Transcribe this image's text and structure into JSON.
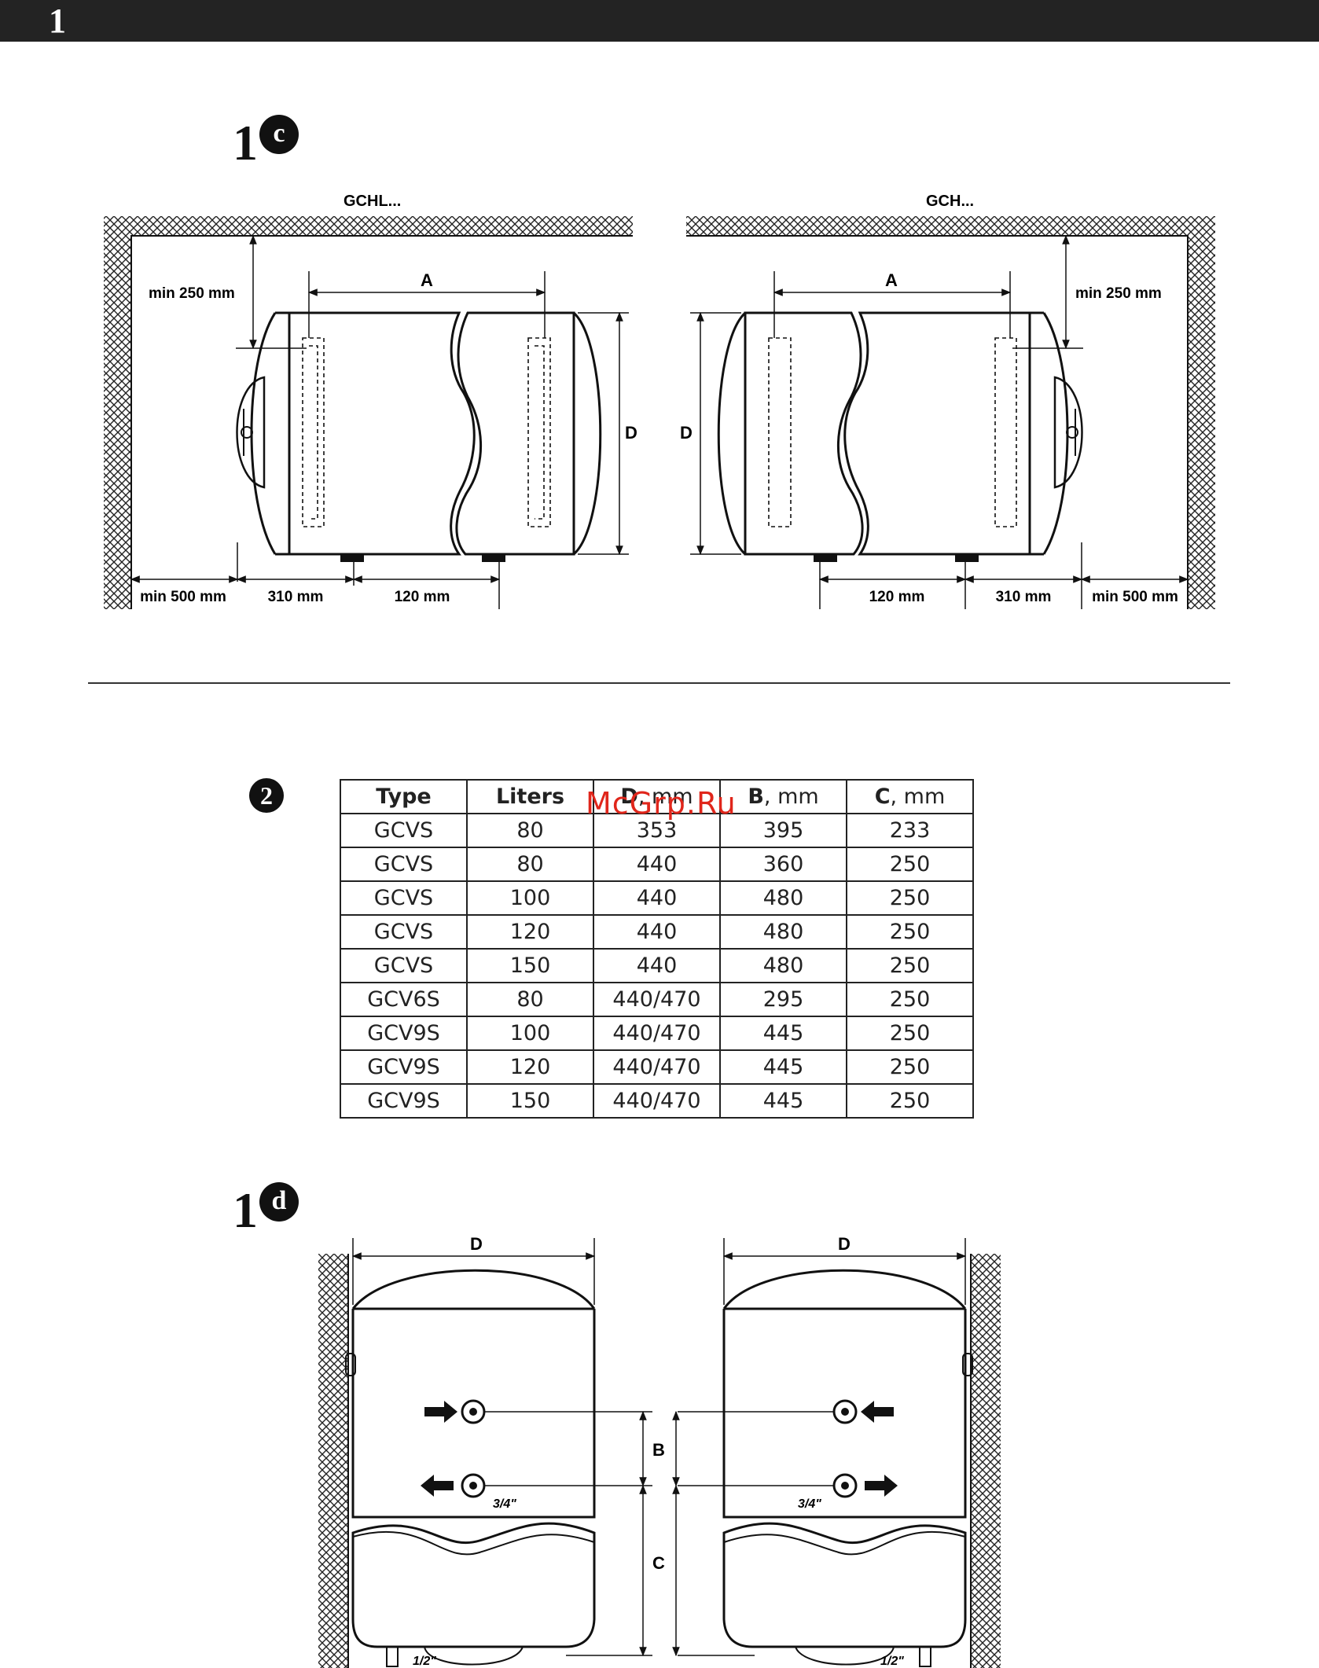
{
  "page_number": "1",
  "figure_1c": {
    "number": "1",
    "letter": "c",
    "left_model": "GCHL...",
    "right_model": "GCH...",
    "dim_a": "A",
    "dim_d": "D",
    "min_250": "min 250 mm",
    "min_500": "min 500 mm",
    "dist_310": "310 mm",
    "dist_120": "120 mm"
  },
  "table_section": {
    "number": "2",
    "headers": [
      {
        "bold": "Type",
        "unit": ""
      },
      {
        "bold": "Liters",
        "unit": ""
      },
      {
        "bold": "D",
        "unit": ", mm"
      },
      {
        "bold": "B",
        "unit": ", mm"
      },
      {
        "bold": "C",
        "unit": ", mm"
      }
    ],
    "rows": [
      [
        "GCVS",
        "80",
        "353",
        "395",
        "233"
      ],
      [
        "GCVS",
        "80",
        "440",
        "360",
        "250"
      ],
      [
        "GCVS",
        "100",
        "440",
        "480",
        "250"
      ],
      [
        "GCVS",
        "120",
        "440",
        "480",
        "250"
      ],
      [
        "GCVS",
        "150",
        "440",
        "480",
        "250"
      ],
      [
        "GCV6S",
        "80",
        "440/470",
        "295",
        "250"
      ],
      [
        "GCV9S",
        "100",
        "440/470",
        "445",
        "250"
      ],
      [
        "GCV9S",
        "120",
        "440/470",
        "445",
        "250"
      ],
      [
        "GCV9S",
        "150",
        "440/470",
        "445",
        "250"
      ]
    ]
  },
  "watermark": "McGrp.Ru",
  "figure_1d": {
    "number": "1",
    "letter": "d",
    "dim_d": "D",
    "dim_b": "B",
    "dim_c": "C",
    "pipe_three_quarter": "3/4\"",
    "pipe_half": "1/2\""
  }
}
